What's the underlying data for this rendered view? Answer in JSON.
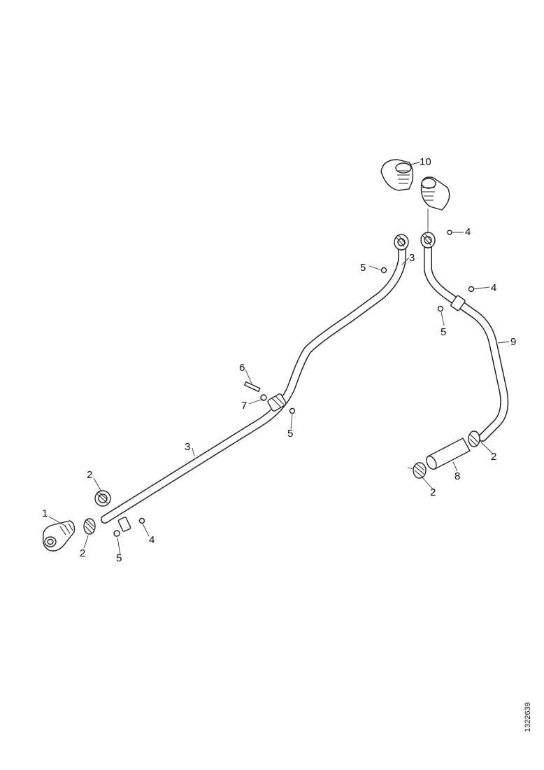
{
  "figure_ref": "1322639",
  "callouts": {
    "c1": "1",
    "c2a": "2",
    "c2b": "2",
    "c2c": "2",
    "c2d": "2",
    "c3": "3",
    "c4a": "4",
    "c4b": "4",
    "c4c": "4",
    "c5a": "5",
    "c5b": "5",
    "c5c": "5",
    "c5d": "5",
    "c6": "6",
    "c7": "7",
    "c8": "8",
    "c9": "9",
    "c10": "10"
  }
}
